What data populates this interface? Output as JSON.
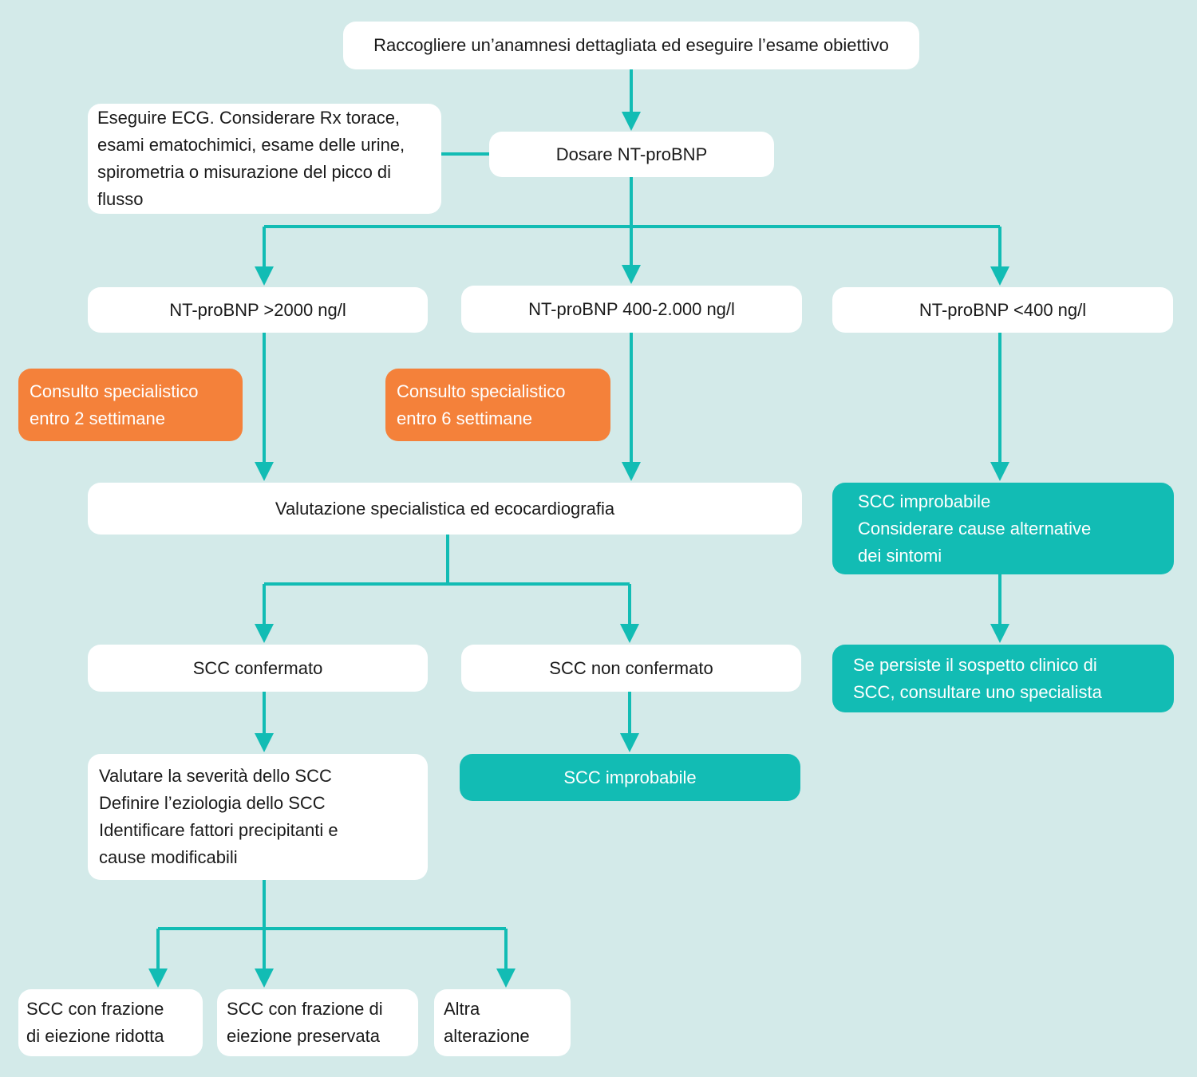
{
  "colors": {
    "background": "#d3eae9",
    "connector": "#12bcb4",
    "box_white": "#ffffff",
    "box_orange": "#f4813a",
    "box_teal": "#12bcb4"
  },
  "flowchart": {
    "start": "Raccogliere un’anamnesi dettagliata ed eseguire l’esame obiettivo",
    "side_exams": "Eseguire ECG. Considerare Rx torace,\nesami ematochimici, esame delle urine,\nspirometria o misurazione del picco di\nflusso",
    "dose": "Dosare NT-proBNP",
    "ntpro_high": "NT-proBNP >2000 ng/l",
    "ntpro_mid": "NT-proBNP 400-2.000 ng/l",
    "ntpro_low": "NT-proBNP <400 ng/l",
    "consult_2w": "Consulto specialistico\nentro 2 settimane",
    "consult_6w": "Consulto specialistico\nentro 6 settimane",
    "specialist_eval": "Valutazione specialistica ed ecocardiografia",
    "scc_unlikely_alt": "SCC improbabile\nConsiderare cause alternative\ndei sintomi",
    "persist_consult": "Se persiste il sospetto clinico di\nSCC, consultare uno specialista",
    "scc_confirmed": "SCC confermato",
    "scc_not_confirmed": "SCC non confermato",
    "assess": "Valutare la severità dello SCC\nDefinire l’eziologia dello SCC\nIdentificare fattori precipitanti e\ncause modificabili",
    "scc_unlikely": "SCC improbabile",
    "reduced_ef": "SCC con frazione\ndi eiezione ridotta",
    "preserved_ef": "SCC con frazione di\neiezione preservata",
    "other": "Altra\nalterazione"
  }
}
